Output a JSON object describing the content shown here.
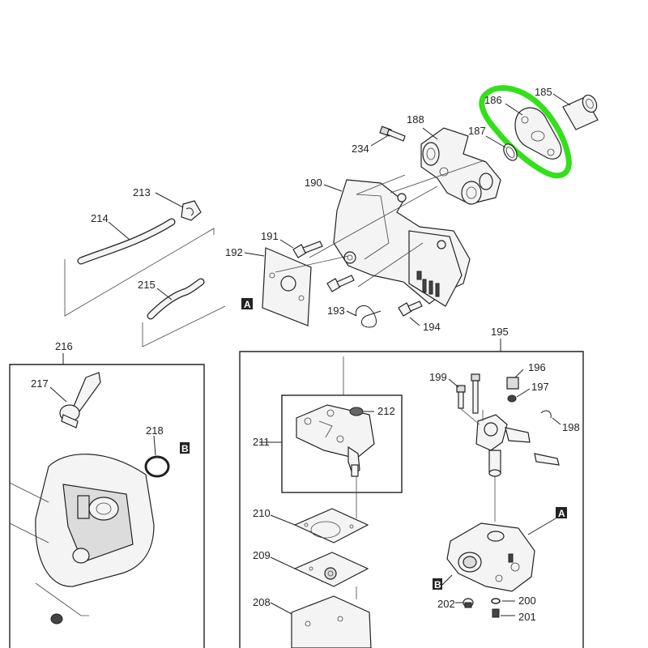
{
  "labels": {
    "p185": "185",
    "p186": "186",
    "p187": "187",
    "p188": "188",
    "p234": "234",
    "p190": "190",
    "p191": "191",
    "p192": "192",
    "p193": "193",
    "p194": "194",
    "p195": "195",
    "p196": "196",
    "p197": "197",
    "p198": "198",
    "p199": "199",
    "p200": "200",
    "p201": "201",
    "p202": "202",
    "p208": "208",
    "p209": "209",
    "p210": "210",
    "p211": "211",
    "p212": "212",
    "p213": "213",
    "p214": "214",
    "p215": "215",
    "p216": "216",
    "p217": "217",
    "p218": "218"
  },
  "markers": {
    "a1": "A",
    "a2": "A",
    "b1": "B",
    "b2": "B"
  },
  "colors": {
    "highlight": "#33e01a",
    "line": "#222222",
    "part_fill": "#f4f4f4"
  }
}
